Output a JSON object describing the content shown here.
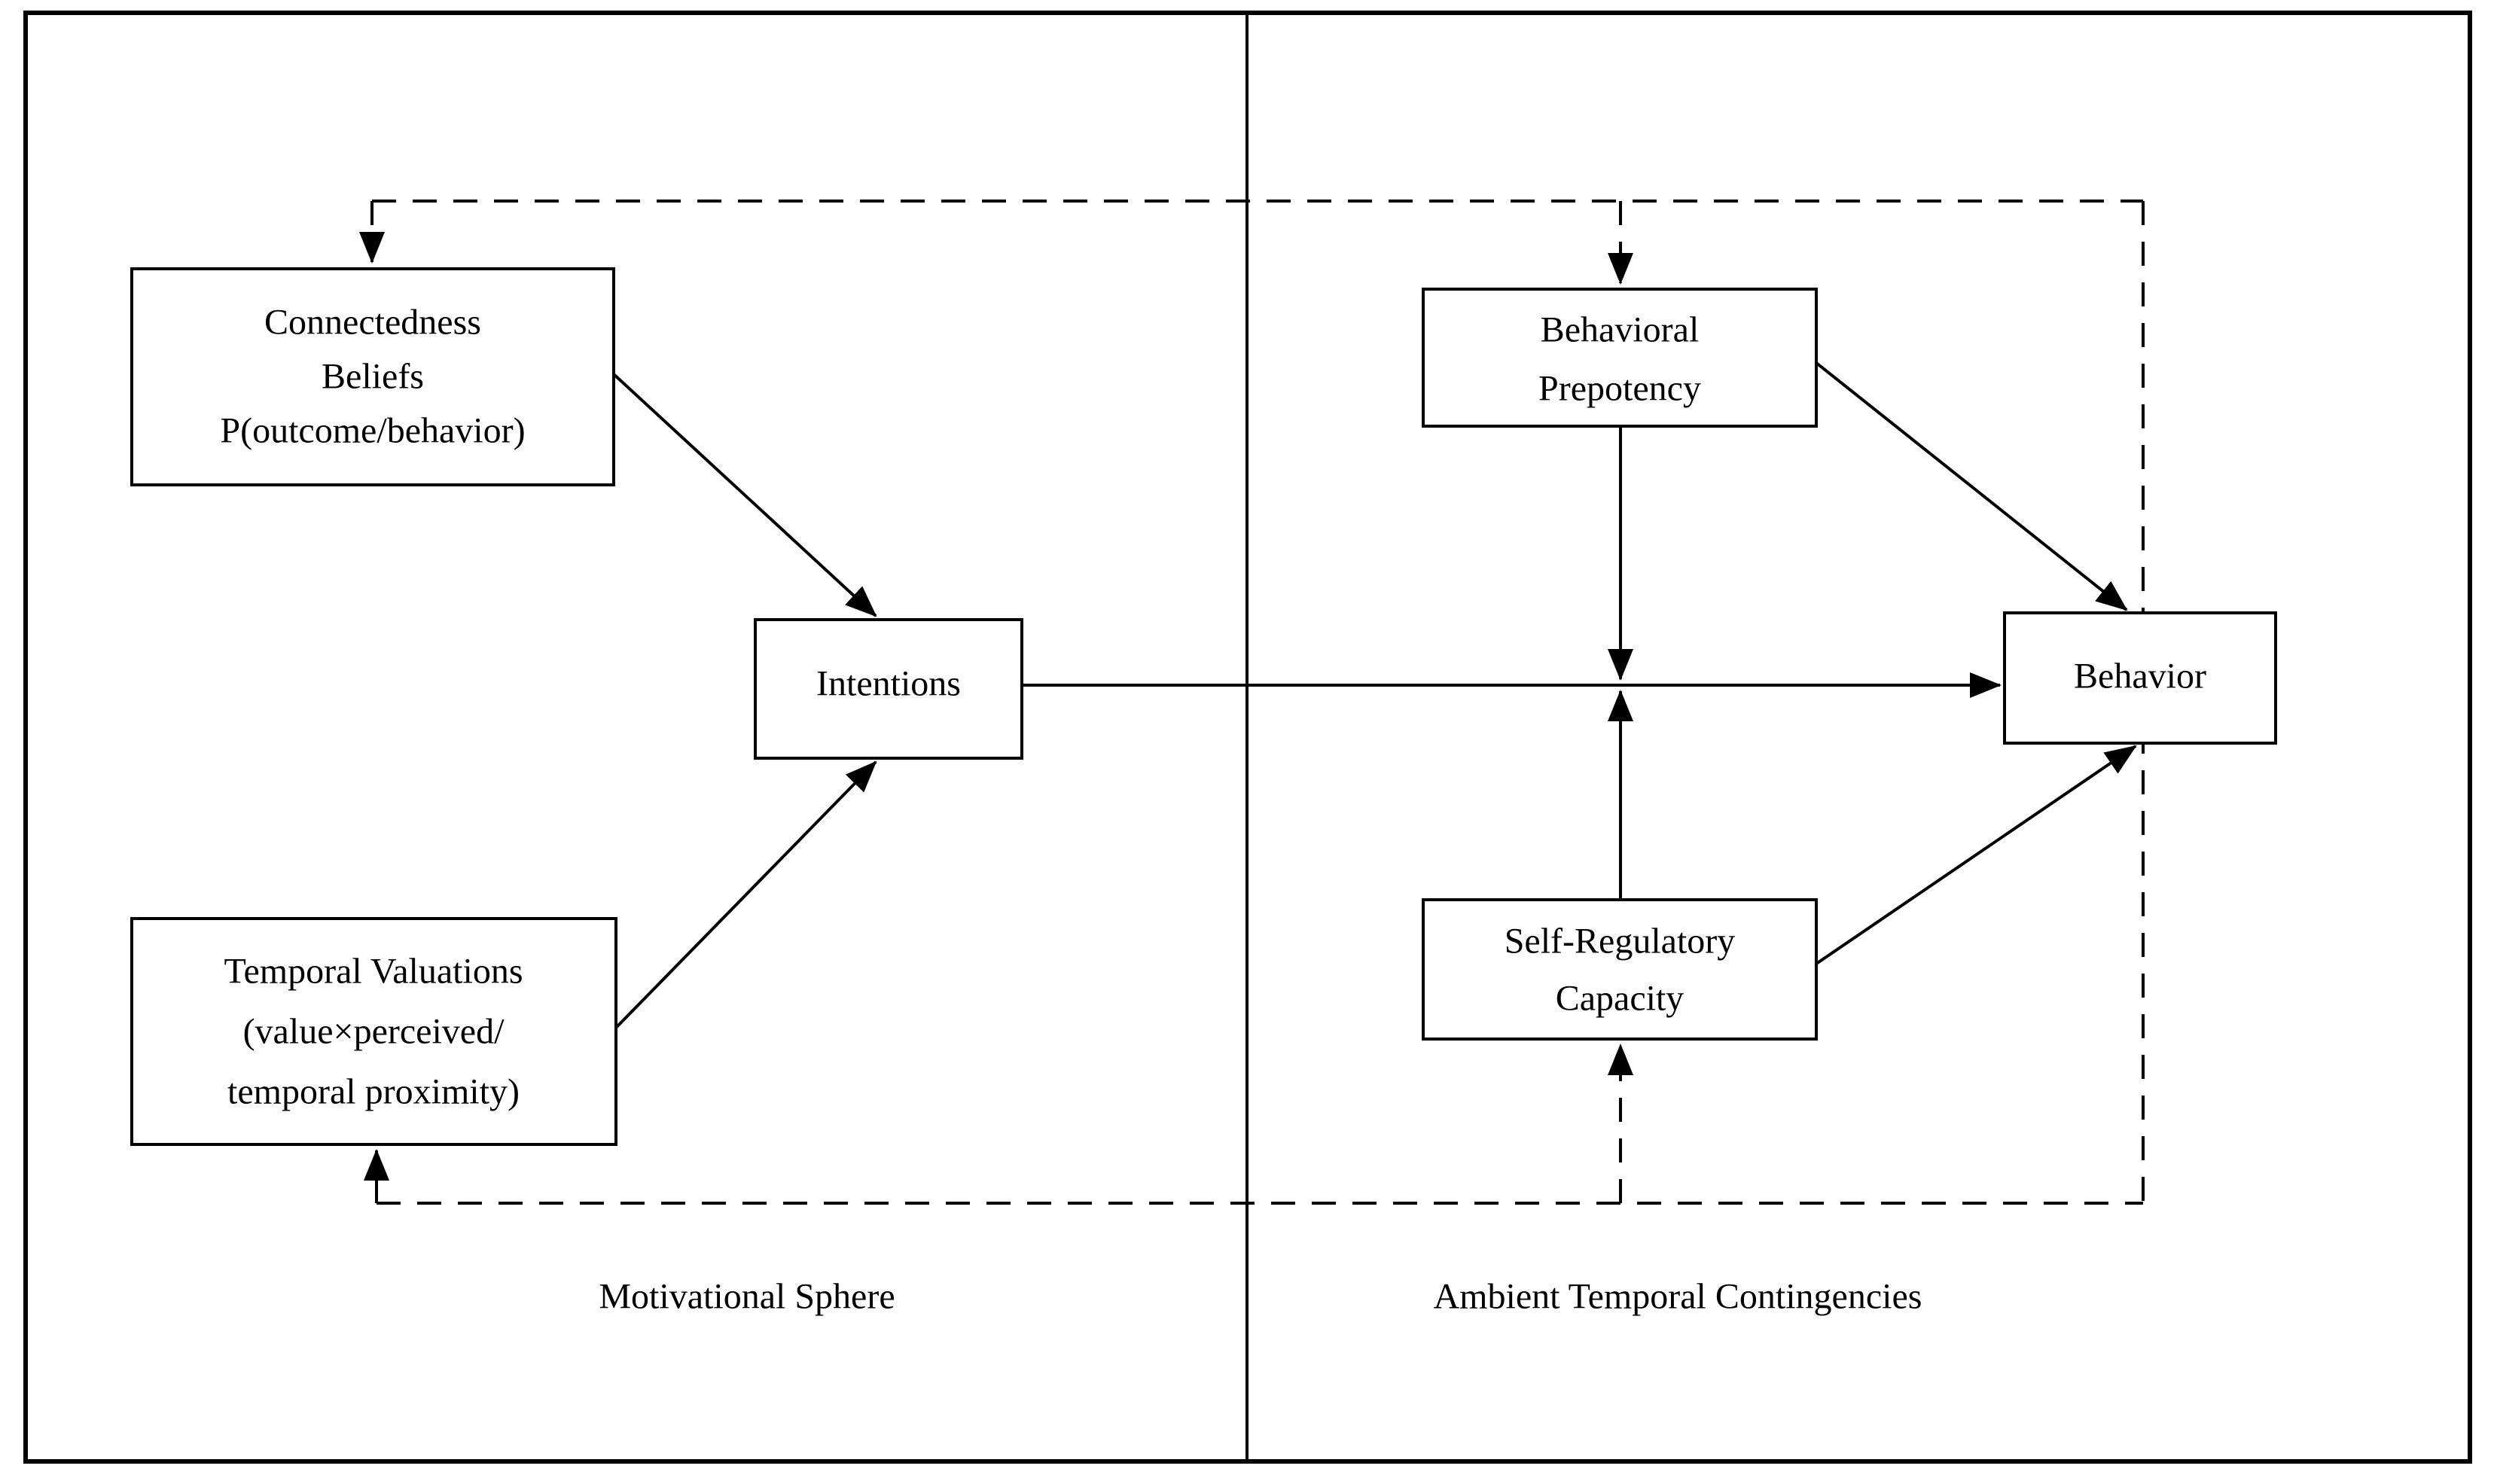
{
  "diagram": {
    "background": "#ffffff",
    "line_color": "#000000",
    "nodes": {
      "connectedness_beliefs": {
        "line1": "Connectedness",
        "line2": "Beliefs",
        "line3": "P(outcome/behavior)"
      },
      "temporal_valuations": {
        "line1": "Temporal Valuations",
        "line2": "(value×perceived/",
        "line3": "temporal proximity)"
      },
      "intentions": {
        "label": "Intentions"
      },
      "behavioral_prepotency": {
        "line1": "Behavioral",
        "line2": "Prepotency"
      },
      "self_regulatory_capacity": {
        "line1": "Self-Regulatory",
        "line2": "Capacity"
      },
      "behavior": {
        "label": "Behavior"
      }
    },
    "regions": {
      "left_caption": "Motivational Sphere",
      "right_caption": "Ambient Temporal Contingencies"
    }
  }
}
